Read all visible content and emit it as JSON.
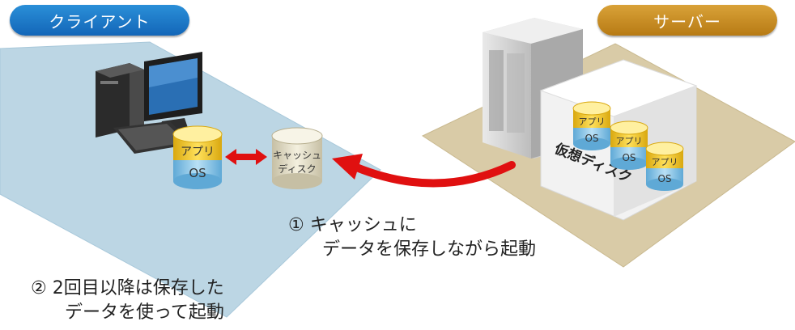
{
  "labels": {
    "client": "クライアント",
    "server": "サーバー"
  },
  "cylinders": {
    "app": "アプリ",
    "os": "OS",
    "cache_line1": "キャッシュ",
    "cache_line2": "ディスク",
    "virtual_disk": "仮想ディスク"
  },
  "steps": {
    "step1_number": "①",
    "step1_line1": "キャッシュに",
    "step1_line2": "データを保存しながら起動",
    "step2_number": "②",
    "step2_line1": "2回目以降は保存した",
    "step2_line2": "データを使って起動"
  },
  "colors": {
    "client_accent": "#1f7acc",
    "server_accent": "#c88a22",
    "arrow": "#e01010",
    "client_floor": "#bcd6e4",
    "server_floor": "#d9cba7"
  }
}
